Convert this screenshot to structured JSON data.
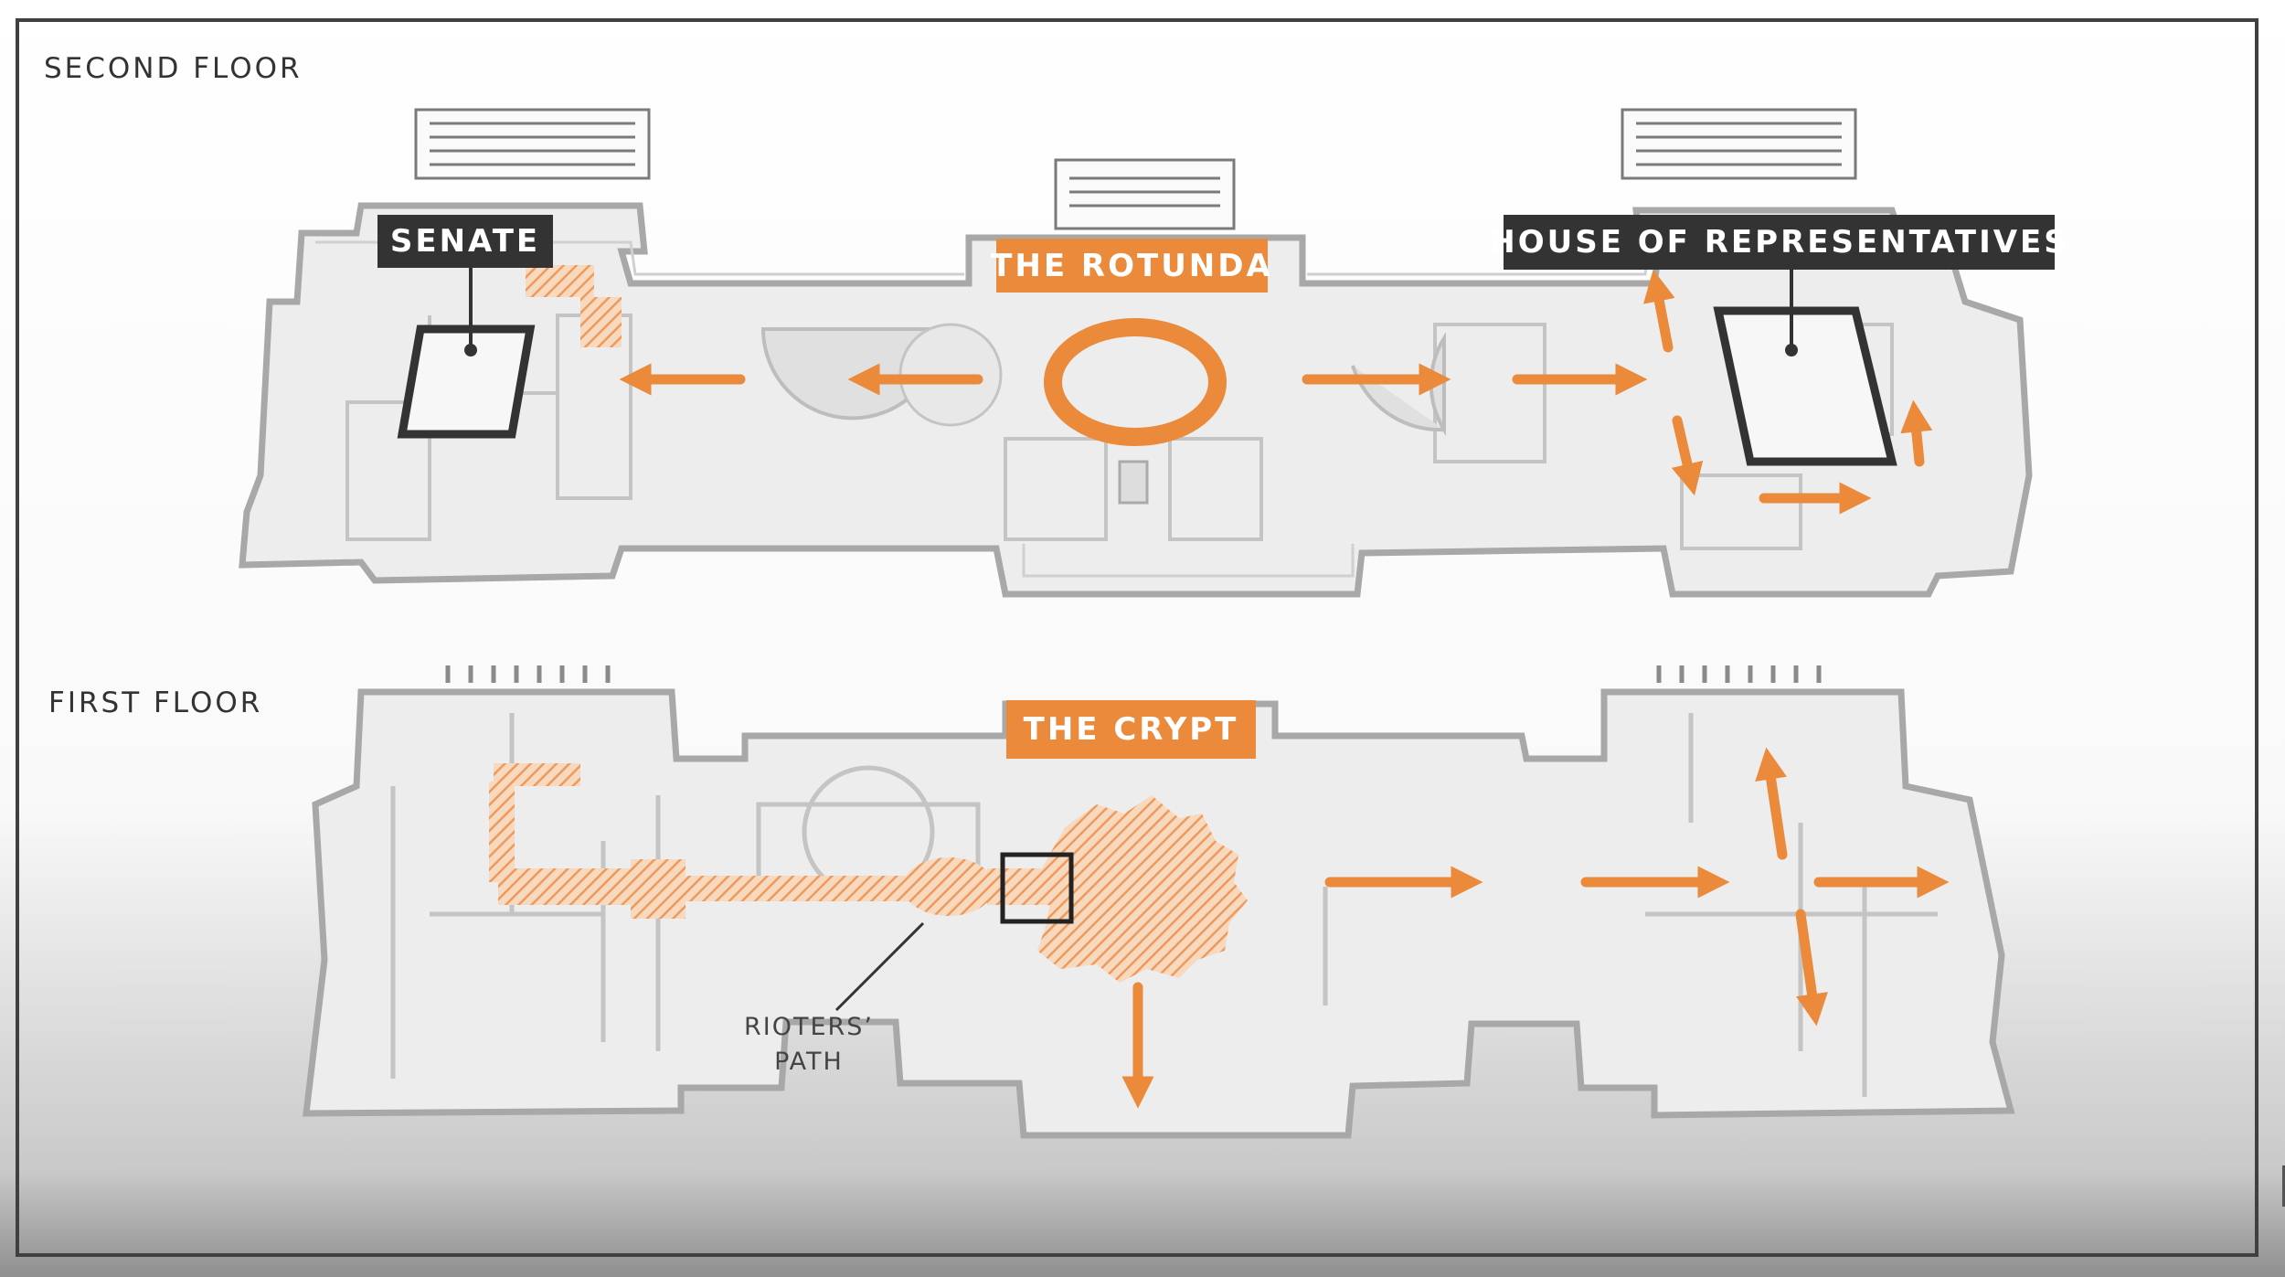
{
  "floors": {
    "second": {
      "label": "SECOND FLOOR",
      "callouts": {
        "senate": "SENATE",
        "rotunda": "THE ROTUNDA",
        "house": "HOUSE OF REPRESENTATIVES"
      }
    },
    "first": {
      "label": "FIRST FLOOR",
      "callouts": {
        "crypt": "THE CRYPT"
      },
      "path_note": [
        "RIOTERS’",
        "PATH"
      ]
    }
  },
  "colors": {
    "accent_orange": "#ea8a3a",
    "label_dark": "#333333",
    "plan_fill": "#ededed",
    "plan_stroke": "#a8a8a8"
  }
}
